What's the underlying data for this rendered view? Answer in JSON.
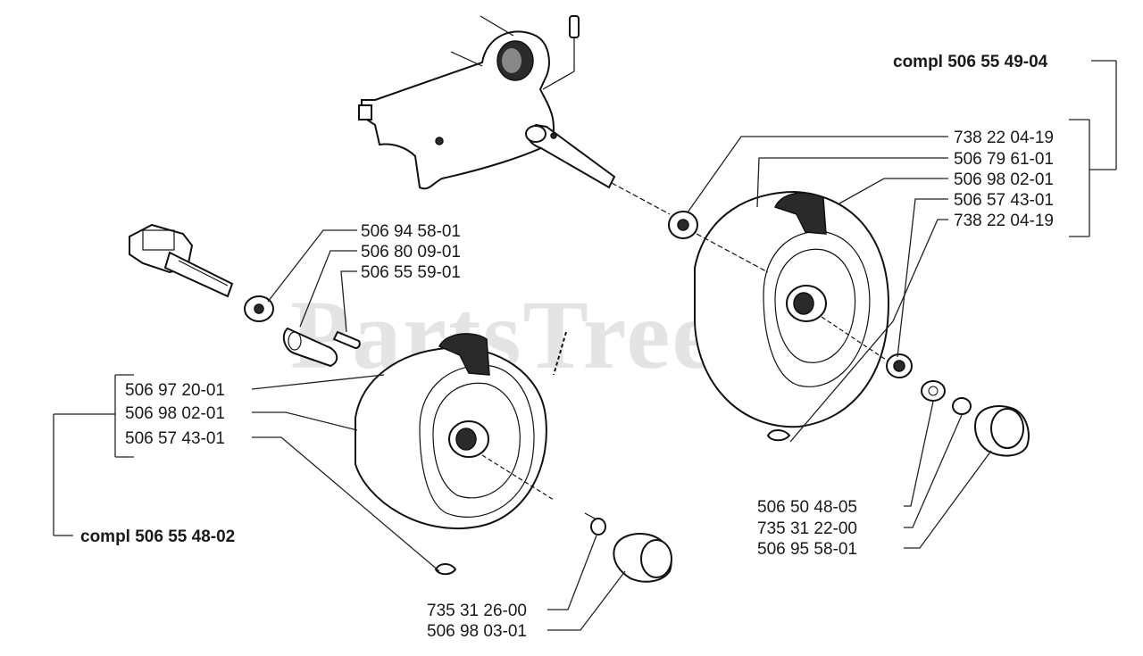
{
  "watermark": "PartsTree",
  "assemblies": {
    "right": "compl 506 55 49-04",
    "left": "compl 506 55 48-02"
  },
  "labels": {
    "r1": "738 22 04-19",
    "r2": "506 79 61-01",
    "r3": "506 98 02-01",
    "r4": "506 57 43-01",
    "r5": "738 22 04-19",
    "m1": "506 94 58-01",
    "m2": "506 80 09-01",
    "m3": "506 55 59-01",
    "l1": "506 97 20-01",
    "l2": "506 98 02-01",
    "l3": "506 57 43-01",
    "br1": "506 50 48-05",
    "br2": "735 31 22-00",
    "br3": "506 95 58-01",
    "bl1": "735 31 26-00",
    "bl2": "506 98 03-01"
  }
}
